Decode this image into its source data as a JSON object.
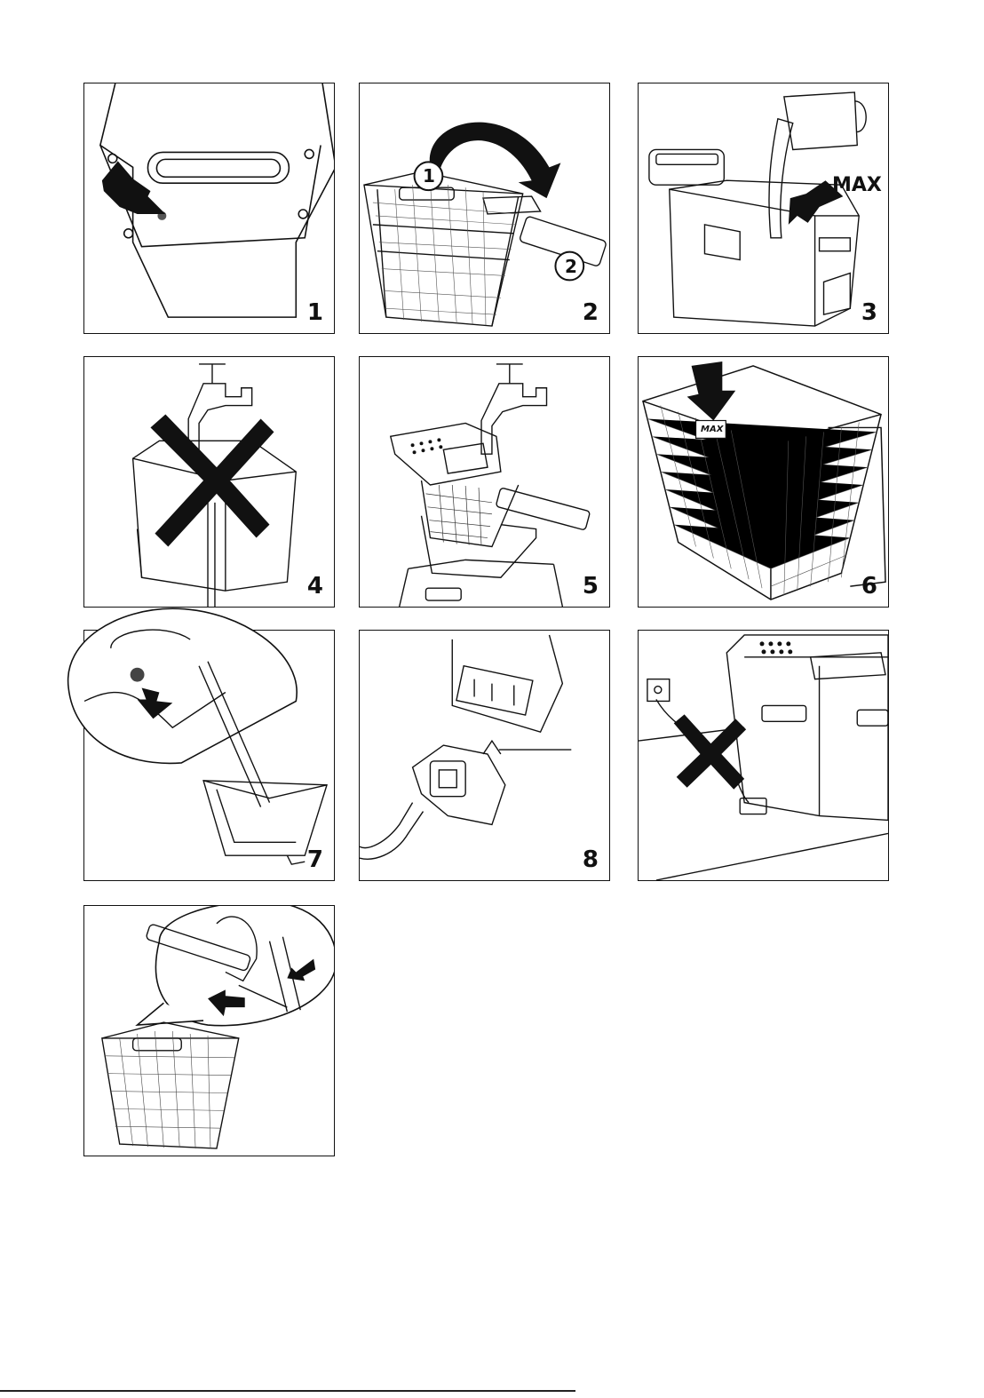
{
  "panels": [
    {
      "number": "1"
    },
    {
      "number": "2",
      "callouts": [
        "1",
        "2"
      ]
    },
    {
      "number": "3",
      "label": "MAX"
    },
    {
      "number": "4"
    },
    {
      "number": "5"
    },
    {
      "number": "6",
      "label": "MAX"
    },
    {
      "number": "7"
    },
    {
      "number": "8"
    },
    {
      "number": ""
    },
    {
      "number": ""
    }
  ],
  "icons": [
    "arrow-icon",
    "curved-arrow-icon",
    "cross-icon",
    "tap-icon",
    "basket-icon",
    "plug-icon",
    "wall-socket-icon"
  ]
}
